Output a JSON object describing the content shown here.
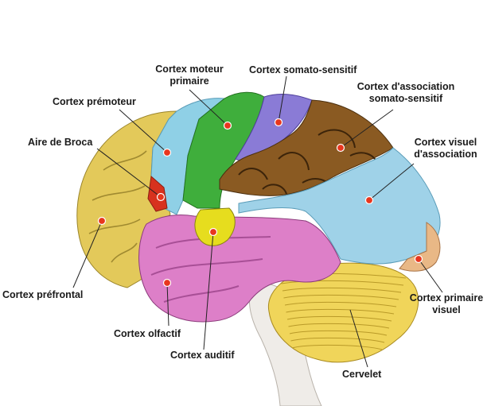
{
  "colors": {
    "frontal": "#e3c95a",
    "motor": "#3fae3c",
    "premotor": "#8fd0e6",
    "somatosensory": "#8a7bd6",
    "association_somato": "#8a5a22",
    "visual_assoc": "#9fd2e8",
    "primary_visual": "#e9b886",
    "temporal": "#dd7fc8",
    "auditory": "#e6dd1e",
    "broca": "#d7321e",
    "cerebellum": "#f0d55a",
    "brainstem": "#efece8",
    "dot": "#e8361e",
    "line": "#222222"
  },
  "labels": {
    "moteur": [
      "Cortex moteur",
      "primaire"
    ],
    "somato_sensitif": "Cortex somato-sensitif",
    "assoc_somato": [
      "Cortex d'association",
      "somato-sensitif"
    ],
    "premoteur": "Cortex prémoteur",
    "broca": "Aire de Broca",
    "visuel_assoc": [
      "Cortex visuel",
      "d'association"
    ],
    "prefrontal": "Cortex préfrontal",
    "primaire_visuel": [
      "Cortex primaire",
      "visuel"
    ],
    "olfactif": "Cortex olfactif",
    "auditif": "Cortex auditif",
    "cervelet": "Cervelet"
  }
}
